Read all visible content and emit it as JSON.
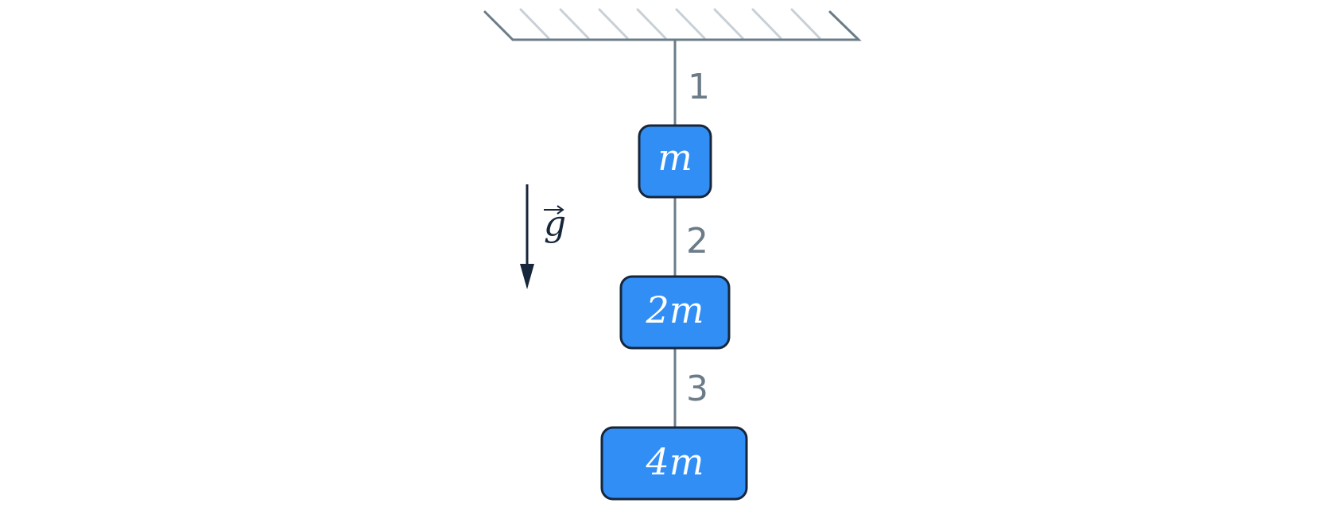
{
  "colors": {
    "rope": "#6b7c88",
    "block_fill": "#318ef5",
    "block_stroke": "#17263a",
    "hatch": "#c8d0d6",
    "gravity": "#17263a"
  },
  "ceiling": {
    "hatching": "hatch-pattern"
  },
  "ropes": [
    {
      "label": "1"
    },
    {
      "label": "2"
    },
    {
      "label": "3"
    }
  ],
  "masses": [
    {
      "label": "m"
    },
    {
      "label": "2m"
    },
    {
      "label": "4m"
    }
  ],
  "gravity": {
    "symbol": "g",
    "icon": "down-arrow-icon"
  }
}
